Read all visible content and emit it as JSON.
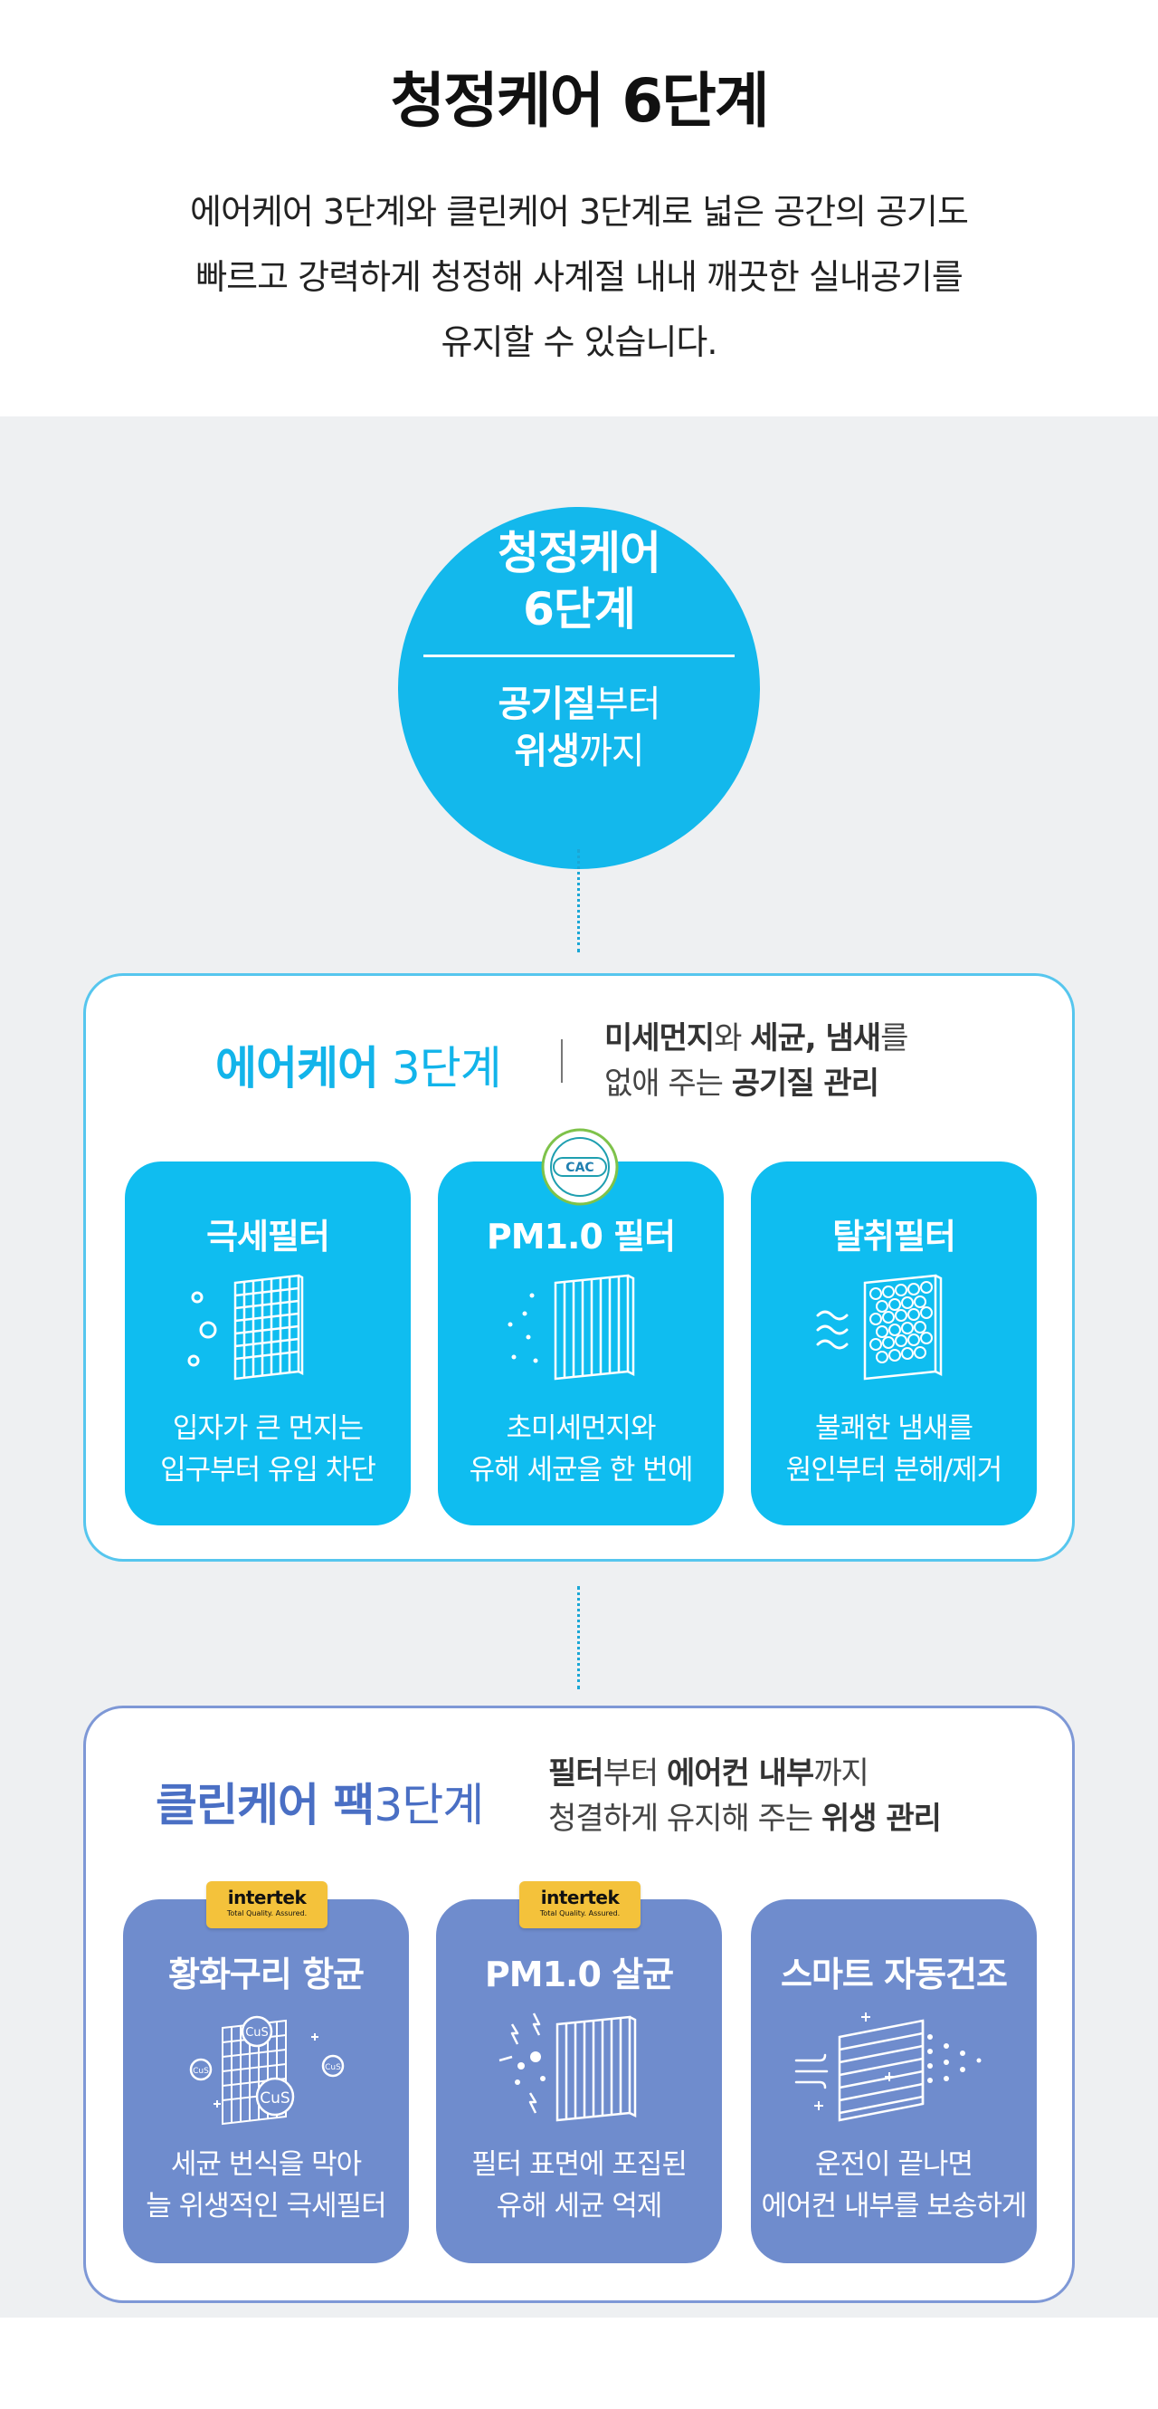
{
  "header": {
    "title": "청정케어 6단계",
    "intro_lines": [
      "에어케어 3단계와 클린케어 3단계로 넓은 공간의 공기도",
      "빠르고 강력하게 청정해 사계절 내내 깨끗한 실내공기를",
      "유지할 수 있습니다."
    ]
  },
  "hero": {
    "title_line1": "청정케어",
    "title_line2": "6단계",
    "sub1_bold": "공기질",
    "sub1_rest": "부터",
    "sub2_bold": "위생",
    "sub2_rest": "까지"
  },
  "aircare": {
    "title_bold": "에어케어",
    "title_rest": " 3단계",
    "desc_line1": [
      {
        "text": "미세먼지",
        "bold": true
      },
      {
        "text": "와 ",
        "bold": false
      },
      {
        "text": "세균, 냄새",
        "bold": true
      },
      {
        "text": "를",
        "bold": false
      }
    ],
    "desc_line2": [
      {
        "text": "없애 주는 ",
        "bold": false
      },
      {
        "text": "공기질 관리",
        "bold": true
      }
    ],
    "badge": "CAC",
    "cards": [
      {
        "title": "극세필터",
        "desc": [
          "입자가 큰 먼지는",
          "입구부터 유입 차단"
        ]
      },
      {
        "title": "PM1.0 필터",
        "desc": [
          "초미세먼지와",
          "유해 세균을 한 번에"
        ]
      },
      {
        "title": "탈취필터",
        "desc": [
          "불쾌한 냄새를",
          "원인부터 분해/제거"
        ]
      }
    ]
  },
  "cleancare": {
    "title_bold": "클린케어 팩",
    "title_rest": "3단계",
    "desc_line1": [
      {
        "text": "필터",
        "bold": true
      },
      {
        "text": "부터 ",
        "bold": false
      },
      {
        "text": "에어컨 내부",
        "bold": true
      },
      {
        "text": "까지",
        "bold": false
      }
    ],
    "desc_line2": [
      {
        "text": "청결하게 유지해 주는 ",
        "bold": false
      },
      {
        "text": "위생 관리",
        "bold": true
      }
    ],
    "badge_name": "intertek",
    "badge_tag": "Total Quality. Assured.",
    "cards": [
      {
        "title": "황화구리 항균",
        "desc": [
          "세균 번식을 막아",
          "늘 위생적인 극세필터"
        ],
        "chem": "CuS"
      },
      {
        "title": "PM1.0 살균",
        "desc": [
          "필터 표면에 포집된",
          "유해 세균 억제"
        ]
      },
      {
        "title": "스마트 자동건조",
        "desc": [
          "운전이 끝나면",
          "에어컨 내부를 보송하게"
        ]
      }
    ]
  },
  "colors": {
    "air_blue": "#0fbdf0",
    "clean_blue": "#6f8ccd",
    "air_title": "#12b4ea",
    "clean_title": "#4a6fc4",
    "background": "#eef0f2"
  }
}
